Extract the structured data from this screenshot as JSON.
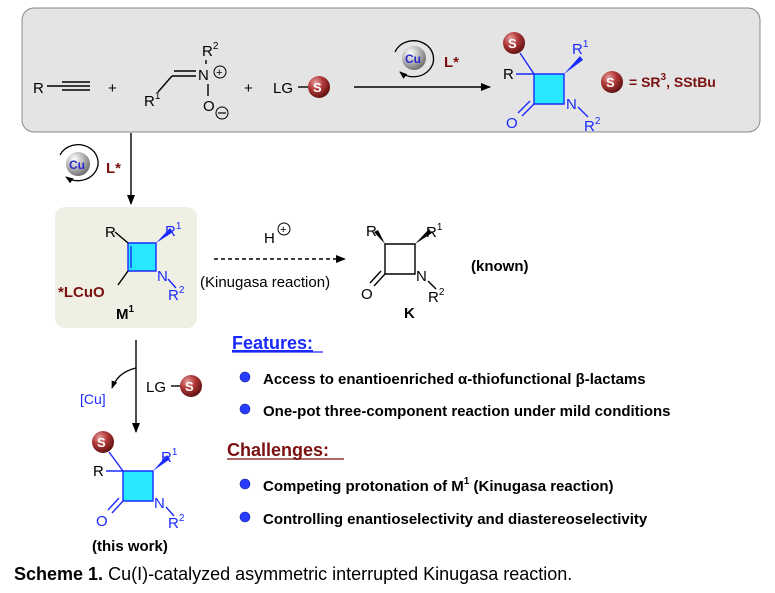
{
  "top": {
    "reactant_alkyne": "R",
    "plus1": "+",
    "nitrone_r2": "R",
    "nitrone_r1": "R",
    "nitrone_n": "N",
    "nitrone_o": "O",
    "plus2": "+",
    "reagent_lg": "LG",
    "s_label": "S",
    "cu_label": "Cu",
    "ligand": "L*",
    "product_r": "R",
    "product_r1": "R",
    "product_r2": "R",
    "product_n": "N",
    "product_o": "O",
    "s_definition": "= SR",
    "s_definition_sup": "3",
    "s_definition_rest": ", SStBu"
  },
  "left_cat": {
    "cu_label": "Cu",
    "ligand": "L*"
  },
  "intermediate": {
    "r": "R",
    "r1": "R",
    "r2": "R",
    "n": "N",
    "lcuo": "*LCuO",
    "name": "M",
    "name_sup": "1"
  },
  "kinugasa": {
    "proton": "H",
    "label": "(Kinugasa reaction)"
  },
  "known": {
    "r": "R",
    "r1": "R",
    "r2": "R",
    "n": "N",
    "o": "O",
    "name": "K",
    "tag": "(known)"
  },
  "lower_arrow": {
    "cu": "[Cu]",
    "lg": "LG",
    "s": "S"
  },
  "this_work": {
    "s": "S",
    "r": "R",
    "r1": "R",
    "r2": "R",
    "n": "N",
    "o": "O",
    "tag": "(this work)"
  },
  "features": {
    "heading": "Features:",
    "items": [
      "Access to enantioenriched α-thiofunctional β-lactams",
      "One-pot three-component reaction under mild conditions"
    ]
  },
  "challenges": {
    "heading": "Challenges:",
    "item1_pre": "Competing protonation of M",
    "item1_sup": "1",
    "item1_post": " (Kinugasa reaction)",
    "item2": "Controlling enantioselectivity and diastereoselectivity"
  },
  "caption": {
    "label": "Scheme 1.",
    "text": " Cu(I)-catalyzed asymmetric interrupted Kinugasa reaction."
  },
  "colors": {
    "box_top": "#e4e4e4",
    "box_intermediate": "#efefe3",
    "ring_fill": "#28e8ff",
    "blue": "#1a2aff",
    "s_ball": "#9c2c2c",
    "dark_red": "#7a1010",
    "bullet": "#2a3cff"
  }
}
